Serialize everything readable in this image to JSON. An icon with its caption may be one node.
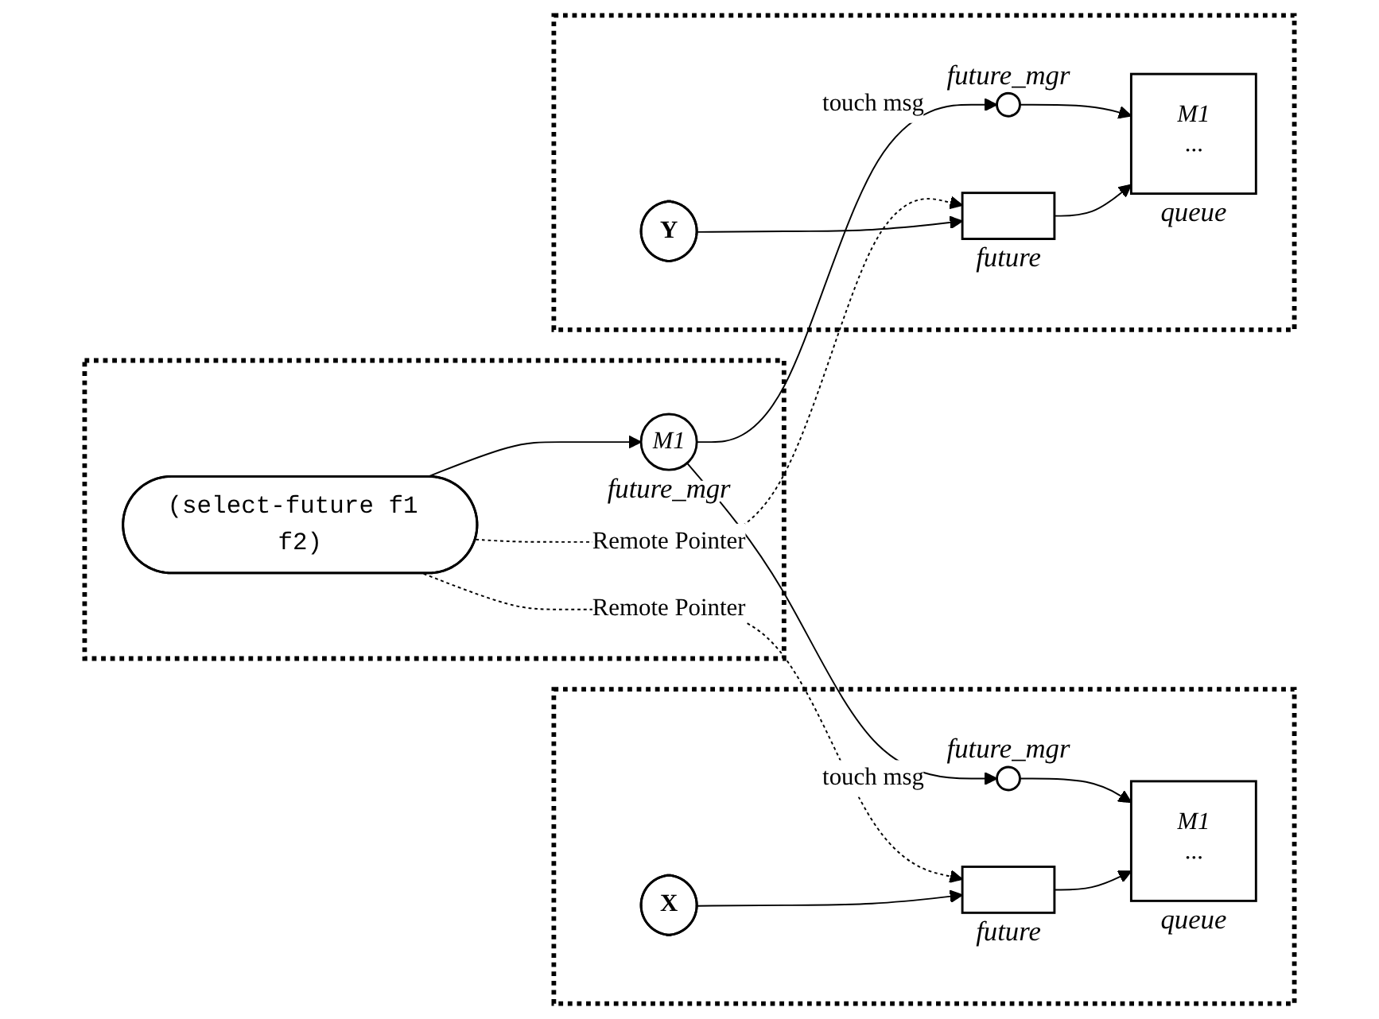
{
  "diagram": {
    "nodes": [
      {
        "text": [],
        "shape": "box"
      },
      {
        "text": [
          "(select-future f1 f2)"
        ],
        "in": 0
      },
      {
        "text": [
          "M1"
        ],
        "in": 0,
        "beside": [
          "future_mgr"
        ]
      },
      {
        "text": [],
        "shape": "box"
      },
      {
        "text": [],
        "shape": "circle",
        "in": 3,
        "beside": [
          "future_mgr"
        ]
      },
      {
        "text": [
          "M1",
          "···"
        ],
        "in": 3,
        "beside": [
          "queue"
        ]
      },
      {
        "text": [],
        "shape": "box",
        "in": 3,
        "beside": [
          "future"
        ]
      },
      {
        "text": [
          "X"
        ],
        "in": 3
      },
      {
        "text": [],
        "shape": "box"
      },
      {
        "text": [],
        "shape": "circle",
        "in": 8,
        "beside": [
          "future_mgr"
        ]
      },
      {
        "text": [
          "M1",
          "···"
        ],
        "in": 8,
        "beside": [
          "queue"
        ]
      },
      {
        "text": [],
        "shape": "box",
        "in": 8,
        "beside": [
          "future"
        ]
      },
      {
        "text": [
          "Y"
        ],
        "in": 8
      }
    ],
    "edges": [
      {
        "from": 1,
        "to": 2,
        "arrow": "to"
      },
      {
        "from": 2,
        "to": 4,
        "arrow": "to",
        "label": "touch msg"
      },
      {
        "from": 2,
        "to": 9,
        "arrow": "to",
        "label": "touch msg"
      },
      {
        "from": 1,
        "to": 6,
        "arrow": "to",
        "label": "Remote Pointer",
        "style": "dashed"
      },
      {
        "from": 1,
        "to": 11,
        "arrow": "to",
        "label": "Remote Pointer",
        "style": "dashed"
      },
      {
        "from": 4,
        "to": 5,
        "arrow": "to"
      },
      {
        "from": 6,
        "to": 5,
        "arrow": "to"
      },
      {
        "from": 7,
        "to": 6,
        "arrow": "to"
      },
      {
        "from": 9,
        "to": 10,
        "arrow": "to"
      },
      {
        "from": 11,
        "to": 10,
        "arrow": "to"
      },
      {
        "from": 12,
        "to": 11,
        "arrow": "to"
      }
    ]
  }
}
